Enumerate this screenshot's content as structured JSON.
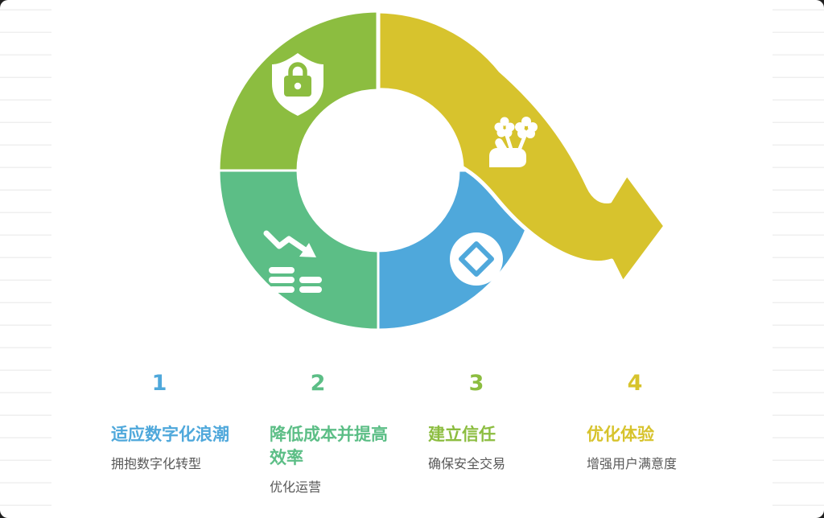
{
  "background": {
    "backdrop_color": "#1f1f1f",
    "card_color": "#ffffff",
    "ruled_line_color": "#efefef"
  },
  "palette": {
    "blue": "#4fa8db",
    "green": "#5cbe86",
    "olive": "#8cbd40",
    "yellow": "#d7c32d",
    "subtitle_gray": "#595959"
  },
  "diagram": {
    "type": "cycle-arrow-infographic",
    "segments": [
      {
        "position": "top-left",
        "color": "#8cbd40",
        "icon": "shield-lock-icon",
        "step": 3
      },
      {
        "position": "bottom-left",
        "color": "#5cbe86",
        "icon": "cost-decline-icon",
        "step": 2
      },
      {
        "position": "bottom-right",
        "color": "#4fa8db",
        "icon": "coin-diamond-icon",
        "step": 1
      },
      {
        "position": "top-right-arrow",
        "color": "#d7c32d",
        "icon": "hand-flowers-icon",
        "step": 4
      }
    ]
  },
  "steps": [
    {
      "number": "1",
      "title": "适应数字化浪潮",
      "subtitle": "拥抱数字化转型",
      "accent": "#4fa8db"
    },
    {
      "number": "2",
      "title": "降低成本并提高效率",
      "subtitle": "优化运营",
      "accent": "#5cbe86"
    },
    {
      "number": "3",
      "title": "建立信任",
      "subtitle": "确保安全交易",
      "accent": "#8cbd40"
    },
    {
      "number": "4",
      "title": "优化体验",
      "subtitle": "增强用户满意度",
      "accent": "#d7c32d"
    }
  ]
}
